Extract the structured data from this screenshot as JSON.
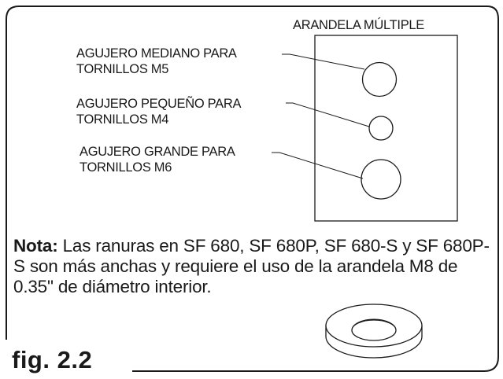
{
  "washer_title": "ARANDELA MÚLTIPLE",
  "holes": [
    {
      "line1": "AGUJERO MEDIANO PARA",
      "line2": "TORNILLOS M5"
    },
    {
      "line1": "AGUJERO PEQUEÑO PARA",
      "line2": "TORNILLOS M4"
    },
    {
      "line1": "AGUJERO GRANDE PARA",
      "line2": "TORNILLOS M6"
    }
  ],
  "note": {
    "label": "Nota:",
    "text": "Las ranuras en SF 680, SF 680P, SF 680-S y SF 680P-S son más anchas y requiere el uso de la arandela M8 de 0.35\" de diámetro interior."
  },
  "figure_label": "fig. 2.2"
}
